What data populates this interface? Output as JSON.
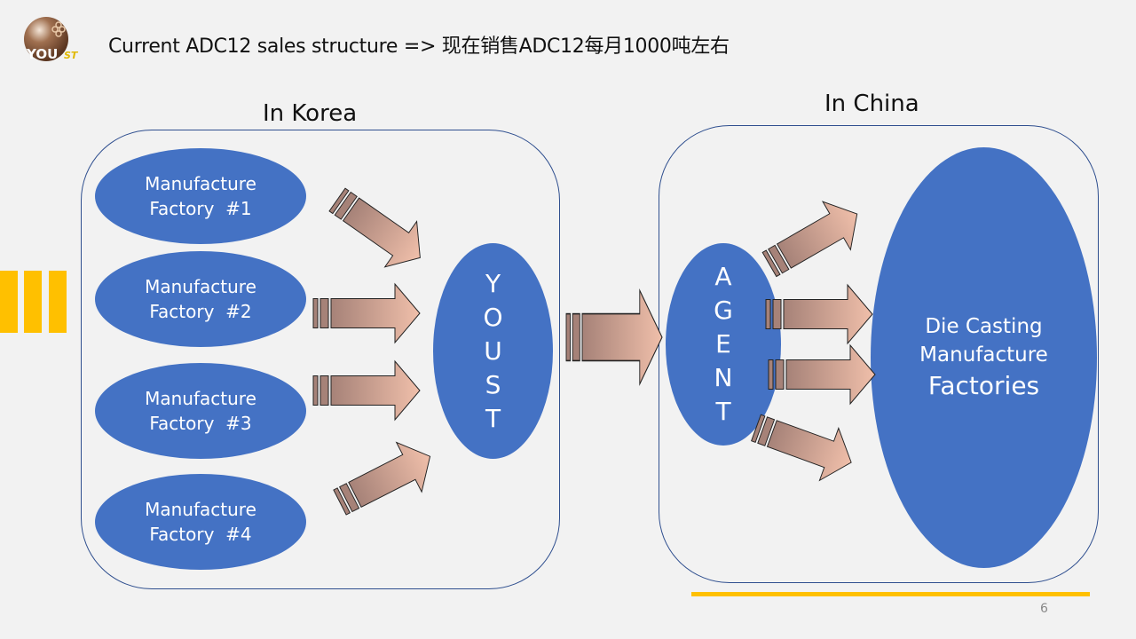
{
  "header": {
    "logo_text": "YOUST",
    "title": "Current ADC12 sales structure => 现在销售ADC12每月1000吨左右"
  },
  "korea": {
    "label": "In Korea",
    "factories": [
      {
        "line1": "Manufacture",
        "line2": "Factory  #1"
      },
      {
        "line1": "Manufacture",
        "line2": "Factory  #2"
      },
      {
        "line1": "Manufacture",
        "line2": "Factory  #3"
      },
      {
        "line1": "Manufacture",
        "line2": "Factory  #4"
      }
    ],
    "hub_letters": [
      "Y",
      "O",
      "U",
      "S",
      "T"
    ]
  },
  "china": {
    "label": "In China",
    "agent_letters": [
      "A",
      "G",
      "E",
      "N",
      "T"
    ],
    "destination": {
      "line1": "Die Casting",
      "line2": "Manufacture",
      "line3": "Factories"
    }
  },
  "colors": {
    "ellipse_fill": "#4472c4",
    "accent_yellow": "#ffc000",
    "arrow_start": "#a68278",
    "arrow_end": "#f0bfaa",
    "box_border": "#2f4f8f"
  },
  "footer": {
    "page_number": "6"
  }
}
